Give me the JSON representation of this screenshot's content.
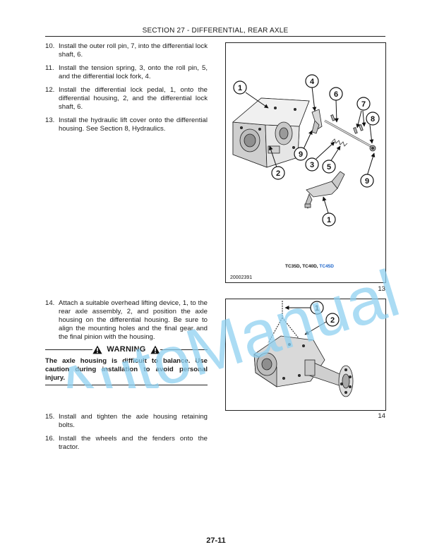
{
  "header": {
    "title": "SECTION 27 - DIFFERENTIAL, REAR AXLE"
  },
  "steps_a": [
    {
      "num": "10.",
      "text": "Install the outer roll pin, 7, into the differential lock shaft, 6."
    },
    {
      "num": "11.",
      "text": "Install the tension spring, 3, onto the roll pin, 5, and the differential lock fork, 4."
    },
    {
      "num": "12.",
      "text": "Install the differential lock pedal, 1, onto the differential housing, 2, and the differential lock shaft, 6."
    },
    {
      "num": "13.",
      "text": "Install the hydraulic lift cover onto the differential housing. See Section 8, Hydraulics."
    }
  ],
  "steps_b": [
    {
      "num": "14.",
      "text": "Attach a suitable overhead lifting device, 1, to the rear axle assembly, 2, and position the axle housing on the differential housing. Be sure to align the mounting holes and the final gear and the final pinion with the housing."
    }
  ],
  "warning": {
    "label": "WARNING",
    "text": "The axle housing is difficult to balance. Use caution during installation to avoid personal injury."
  },
  "steps_c": [
    {
      "num": "15.",
      "text": "Install and tighten the axle housing retaining bolts."
    },
    {
      "num": "16.",
      "text": "Install the wheels and the fenders onto the tractor."
    }
  ],
  "figure13": {
    "number": "13",
    "image_code": "20002391",
    "models": [
      "TC35D, ",
      "TC40D, ",
      "TC45D"
    ],
    "callouts": [
      "1",
      "4",
      "6",
      "7",
      "8",
      "9",
      "3",
      "5",
      "2",
      "9",
      "1"
    ]
  },
  "figure14": {
    "number": "14",
    "callouts": [
      "1",
      "2"
    ]
  },
  "page_number": "27-11",
  "watermark": {
    "text": "AutoManual"
  },
  "colors": {
    "text": "#1a1a1a",
    "watermark": "#8fd0f0",
    "model_accent": "#1a63c9"
  }
}
